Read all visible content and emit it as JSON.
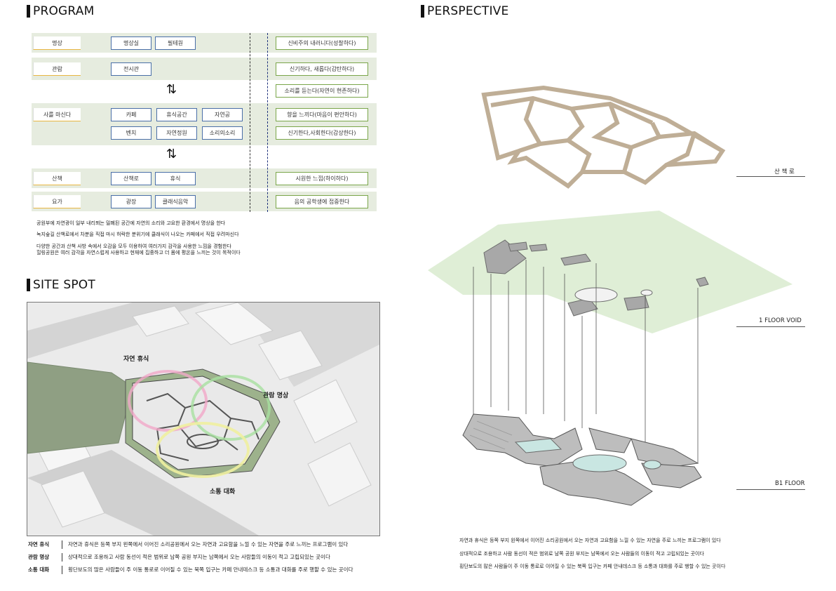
{
  "sections": {
    "program": "PROGRAM",
    "perspective": "PERSPECTIVE",
    "site_spot": "SITE SPOT"
  },
  "program": {
    "rows": [
      {
        "left": "명상",
        "middle": [
          "명상실",
          "필테원"
        ],
        "right": [
          "신비주의 내러니다(성찰하다)"
        ]
      },
      {
        "left": "관람",
        "middle": [
          "전시관"
        ],
        "right": [
          "신기하다, 새롭다(감탄하다)"
        ]
      },
      {
        "left": "",
        "middle": [],
        "right": [
          "소리를 듣는다(자연이 현존하다)"
        ]
      },
      {
        "left": "사를 마신다",
        "middle": [
          "카페",
          "휴식공간",
          "자연공",
          "벤치",
          "자연정원",
          "소리의소리"
        ],
        "right": [
          "향을 느끼다(마음이 편안하다)",
          "신기한다,사회한다(감상한다)"
        ]
      },
      {
        "left": "산책",
        "middle": [
          "산책로",
          "휴식"
        ],
        "right": [
          "시원한 느낌(하이하다)"
        ]
      },
      {
        "left": "요가",
        "middle": [
          "광장",
          "클래식음악"
        ],
        "right": [
          "음의 공학생에 접중한다"
        ]
      }
    ],
    "notes": [
      "공원부에 자연광이 일부 내리쬐는 밀폐된 공간에 자연의 소리와 고요한 환경에서 명상을 한다",
      "녹지숲길 산책로에서 차분을 직접 마시 허락한 분위기에 클래식이 나오는 카페에서 직접 우려마신다",
      "다양한 공간과 산책 사방 속에서 오감을 모두 이용하여 여러가지 감각을 사용한 느낌을 경험한다",
      "힐링공원은 여러 감각을 자연스럽게 사용하고 현재에 집중하고 더 몸에 평온을 느끼는 것이 목적이다"
    ]
  },
  "site": {
    "labels": {
      "nature_rest": "자연 휴식",
      "view_meditation": "관람 명상",
      "communication": "소통 대화"
    },
    "legend": [
      {
        "key": "자연 휴식",
        "text": "자연과 휴식은 등쪽 부지 왼쪽에서 이어진 소리공원에서 오는 자연과 고요함을 느낄 수 있는 자연을 주로 느끼는 프로그램이 있다"
      },
      {
        "key": "관람 명상",
        "text": "상대적으로 조용하고 사람 동선이 적은 범위로 남쪽 공원 부지는 남쪽에서 오는 사람들의 이동이 적고 고립되있는 곳이다"
      },
      {
        "key": "소통 대화",
        "text": "횡단보도의 많은 사람들이 주 이동 통로로 이어질 수 있는 북쪽 입구는 카페 안내데스크 등 소통과 대화를 주로 행할 수 있는 곳이다"
      }
    ]
  },
  "perspective": {
    "layers": {
      "walkway": "산 책 로",
      "void": "1 FLOOR VOID",
      "b1": "B1 FLOOR"
    },
    "notes": [
      "자연과 휴식은 등쪽 부지 왼쪽에서 이어진 소리공원에서 오는 자연과 고요함을 느낄 수 있는 자연을 주로 느끼는 프로그램이 있다",
      "상대적으로 조용하고 사람 동선이 적은 범위로 남쪽 공원 부지는 남쪽에서 오는 사람들의 이동이 적고 고립되있는 곳이다",
      "횡단보도의 많은 사람들이 주 이동 통로로 이어질 수 있는 북쪽 입구는 카페 안내데스크 등 소통과 대화를 주로 행할 수 있는 곳이다"
    ]
  },
  "colors": {
    "accent_orange": "#e8b642",
    "accent_blue": "#4a6fa8",
    "accent_green": "#7aa64a",
    "walkway": "#bfae96",
    "void_green": "#dfeed6"
  }
}
